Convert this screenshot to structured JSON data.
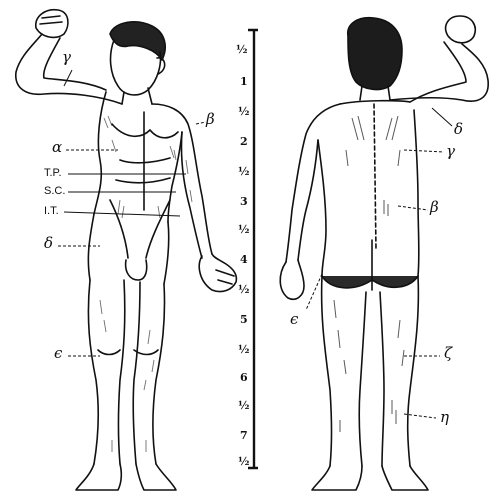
{
  "front_labels": {
    "gamma": "γ",
    "beta": "β",
    "alpha": "α",
    "tp": "T.P.",
    "sc": "S.C.",
    "it": "I.T.",
    "delta": "δ",
    "epsilon": "ϵ"
  },
  "back_labels": {
    "delta": "δ",
    "gamma": "γ",
    "beta": "β",
    "epsilon": "ϵ",
    "zeta": "ζ",
    "eta": "η"
  },
  "scale_ticks": [
    "½",
    "1",
    "½",
    "2",
    "½",
    "3",
    "½",
    "4",
    "½",
    "5",
    "½",
    "6",
    "½",
    "7",
    "½"
  ],
  "colors": {
    "ink": "#111111",
    "paper": "#ffffff"
  }
}
